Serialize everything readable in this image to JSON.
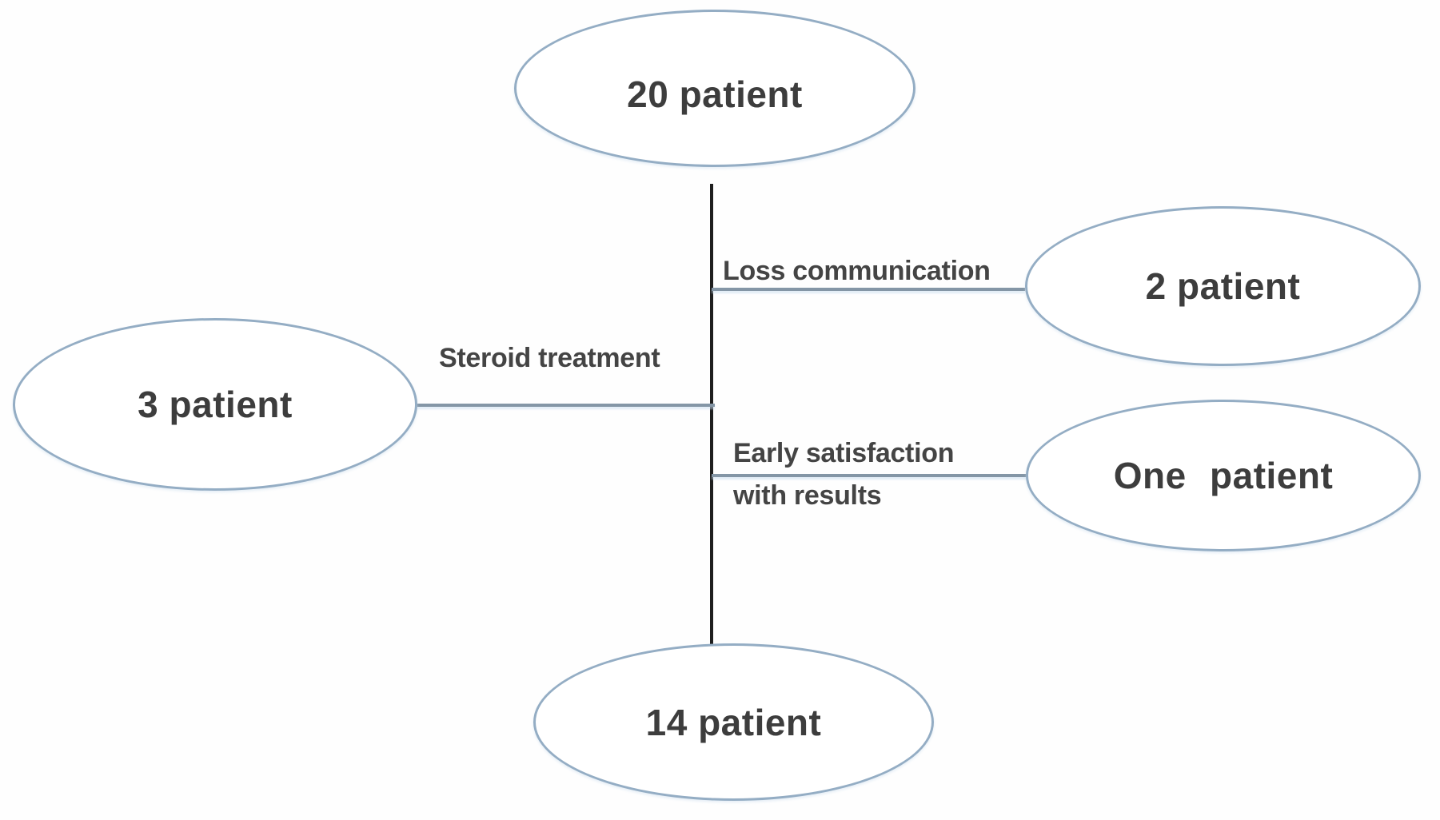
{
  "diagram": {
    "type": "patient-flowchart",
    "nodes": {
      "total": "20 patient",
      "lost": "2 patient",
      "steroid": "3 patient",
      "early": "One patient",
      "final": "14 patient"
    },
    "edges": {
      "lost": "Loss communication",
      "steroid": "Steroid treatment",
      "early_line1": "Early satisfaction",
      "early_line2": "with results"
    },
    "colors": {
      "ellipse_stroke": "#94adc4",
      "connector_line": "#8496a6",
      "trunk_line": "#1e1e1e",
      "text": "#3d3d3d",
      "background": "#fefefe"
    }
  }
}
